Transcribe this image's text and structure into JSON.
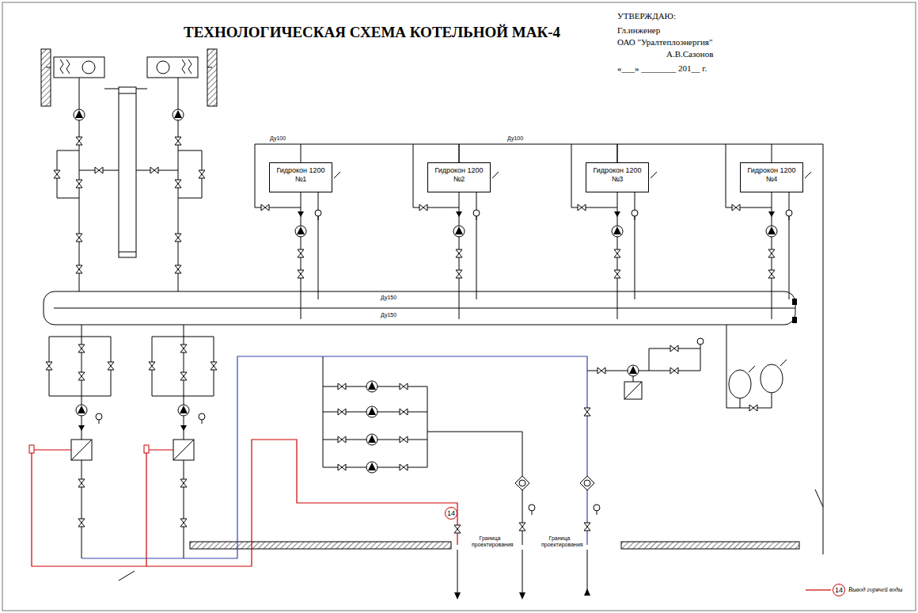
{
  "diagram": {
    "title": "ТЕХНОЛОГИЧЕСКАЯ СХЕМА КОТЕЛЬНОЙ МАК-4",
    "nodes": [
      {
        "text": [
          "Гидрокон 1200 №1"
        ]
      },
      {
        "text": [
          "Гидрокон 1200 №2"
        ]
      },
      {
        "text": [
          "Гидрокон 1200 №3"
        ]
      },
      {
        "text": [
          "Гидрокон 1200 №4"
        ]
      }
    ],
    "edges": [
      {
        "from": 0,
        "to": 1,
        "arrow": "none"
      },
      {
        "from": 1,
        "to": 2,
        "arrow": "none"
      },
      {
        "from": 2,
        "to": 3,
        "arrow": "none"
      }
    ],
    "labels": [
      "УТВЕРЖДАЮ:",
      "Гл.инженер",
      "ОАО \"Уралтеплоэнергия\"",
      "А.В.Сазонов",
      "«___» ________ 201__ г.",
      "Ду150",
      "Ду150",
      "Ду100",
      "Ду100",
      "Граница проектирования",
      "Граница проектирования",
      "14",
      "14"
    ],
    "legend": [
      {
        "text": "Вывод горячей воды"
      }
    ]
  }
}
